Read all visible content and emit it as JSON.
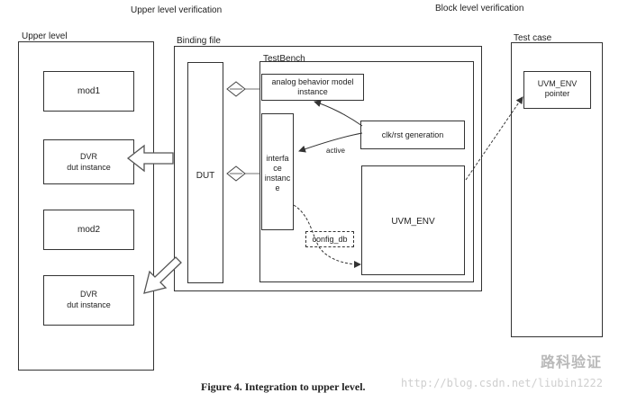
{
  "header": {
    "upper_title": "Upper level verification",
    "block_title": "Block level verification"
  },
  "upper_level": {
    "label": "Upper level",
    "mod1": "mod1",
    "dvr1_line1": "DVR",
    "dvr1_line2": "dut instance",
    "mod2": "mod2",
    "dvr2_line1": "DVR",
    "dvr2_line2": "dut instance"
  },
  "binding": {
    "label": "Binding file",
    "dut": "DUT"
  },
  "testbench": {
    "label": "TestBench",
    "analog_line1": "analog behavior model",
    "analog_line2": "instance",
    "iface_line1": "interfa",
    "iface_line2": "ce",
    "iface_line3": "instanc",
    "iface_line4": "e",
    "clk": "clk/rst generation",
    "active": "active",
    "uvm_env": "UVM_ENV",
    "config_db": "config_db"
  },
  "test_case": {
    "label": "Test case",
    "pointer_line1": "UVM_ENV",
    "pointer_line2": "pointer"
  },
  "caption": "Figure 4. Integration to upper level.",
  "watermark": {
    "url": "http://blog.csdn.net/liubin1222",
    "brand": "路科验证"
  }
}
